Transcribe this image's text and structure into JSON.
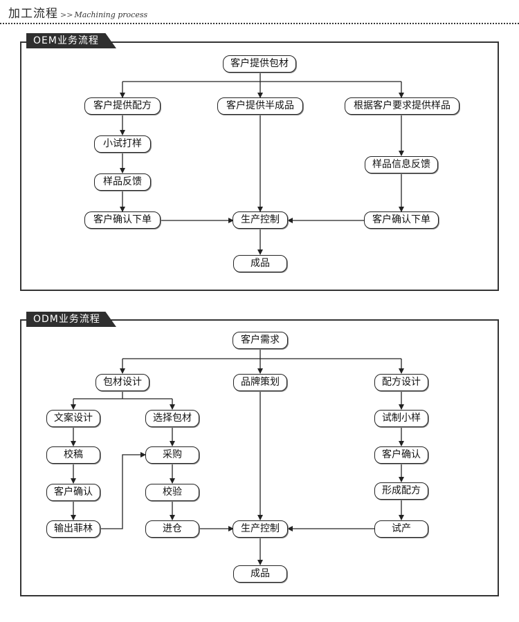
{
  "page": {
    "title": "加工流程",
    "title_arrows": ">>",
    "title_en": "Machining process"
  },
  "oem": {
    "tab": "OEM业务流程",
    "nodes": {
      "supply_material": "客户提供包材",
      "supply_formula": "客户提供配方",
      "supply_semi": "客户提供半成品",
      "by_sample": "根据客户要求提供样品",
      "trial": "小试打样",
      "sample_feedback": "样品反馈",
      "confirm_left": "客户确认下单",
      "production": "生产控制",
      "sample_info": "样品信息反馈",
      "confirm_right": "客户确认下单",
      "finished": "成品"
    }
  },
  "odm": {
    "tab": "ODM业务流程",
    "nodes": {
      "demand": "客户需求",
      "packaging_design": "包材设计",
      "brand_plan": "品牌策划",
      "formula_design": "配方设计",
      "copy_design": "文案设计",
      "select_material": "选择包材",
      "trial_small": "试制小样",
      "proof": "校稿",
      "purchase": "采购",
      "customer_confirm": "客户确认",
      "verify": "校验",
      "form_formula": "形成配方",
      "output_film": "输出菲林",
      "warehouse": "进仓",
      "production": "生产控制",
      "trial_production": "试产",
      "finished": "成品"
    }
  },
  "colors": {
    "line": "#222222",
    "tab_bg": "#2f2f2f",
    "border": "#333333"
  }
}
